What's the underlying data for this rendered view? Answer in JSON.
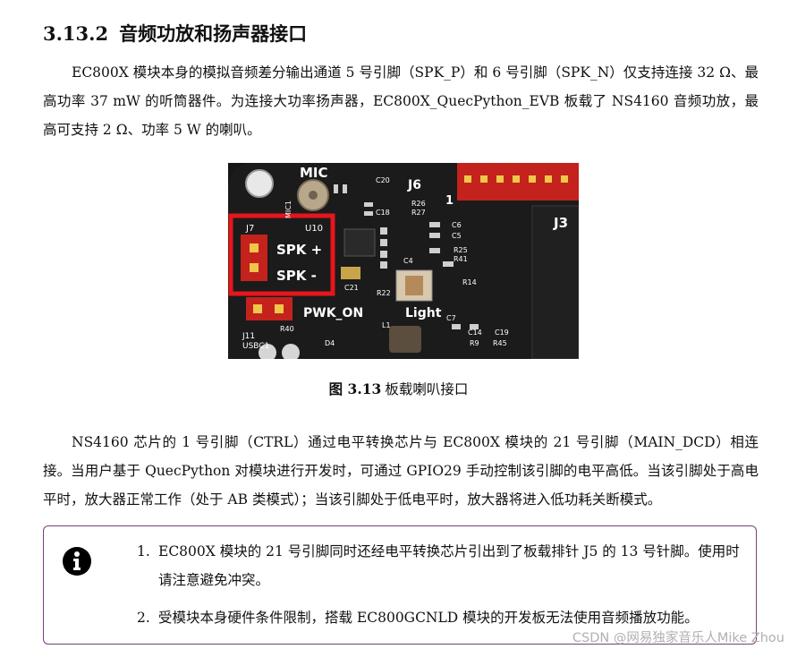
{
  "section": {
    "number": "3.13.2",
    "title": "音频功放和扬声器接口"
  },
  "paragraph1": "EC800X 模块本身的模拟音频差分输出通道 5 号引脚（SPK_P）和 6 号引脚（SPK_N）仅支持连接 32 Ω、最高功率 37 mW 的听筒器件。为连接大功率扬声器，EC800X_QuecPython_EVB 板载了 NS4160 音频功放，最高可支持 2 Ω、功率 5 W 的喇叭。",
  "figure": {
    "labels": {
      "mic": "MIC",
      "mic1": "MIC1",
      "j6": "J6",
      "j6_pin": "1",
      "j3": "J3",
      "j7": "J7",
      "u10": "U10",
      "spk_plus": "SPK +",
      "spk_minus": "SPK -",
      "pwk_on": "PWK_ON",
      "light": "Light",
      "j11": "J11",
      "usbc1": "USBC1",
      "c20": "C20",
      "c18": "C18",
      "r26": "R26",
      "r27": "R27",
      "c6": "C6",
      "c5": "C5",
      "c4": "C4",
      "r25": "R25",
      "r41": "R41",
      "r14": "R14",
      "c21": "C21",
      "r22": "R22",
      "c7": "C7",
      "l1": "L1",
      "c14": "C14",
      "c19": "C19",
      "r9": "R9",
      "r45": "R45",
      "r40": "R40",
      "d4": "D4"
    },
    "highlight_color": "#e5161d"
  },
  "caption": {
    "label": "图 3.13",
    "text": "板载喇叭接口"
  },
  "paragraph2": "NS4160 芯片的 1 号引脚（CTRL）通过电平转换芯片与 EC800X 模块的 21 号引脚（MAIN_DCD）相连接。当用户基于 QuecPython 对模块进行开发时，可通过 GPIO29 手动控制该引脚的电平高低。当该引脚处于高电平时，放大器正常工作（处于 AB 类模式）；当该引脚处于低电平时，放大器将进入低功耗关断模式。",
  "note": {
    "icon": "info-icon",
    "items": [
      {
        "index": "1.",
        "text": "EC800X 模块的 21 号引脚同时还经电平转换芯片引出到了板载排针 J5 的 13 号针脚。使用时请注意避免冲突。"
      },
      {
        "index": "2.",
        "text": "受模块本身硬件条件限制，搭载 EC800GCNLD 模块的开发板无法使用音频播放功能。"
      }
    ]
  },
  "watermark": "CSDN @网易独家音乐人Mike Zhou",
  "colors": {
    "note_border": "#7a3e7a",
    "pin_header": "#d8261e",
    "board": "#141414"
  }
}
